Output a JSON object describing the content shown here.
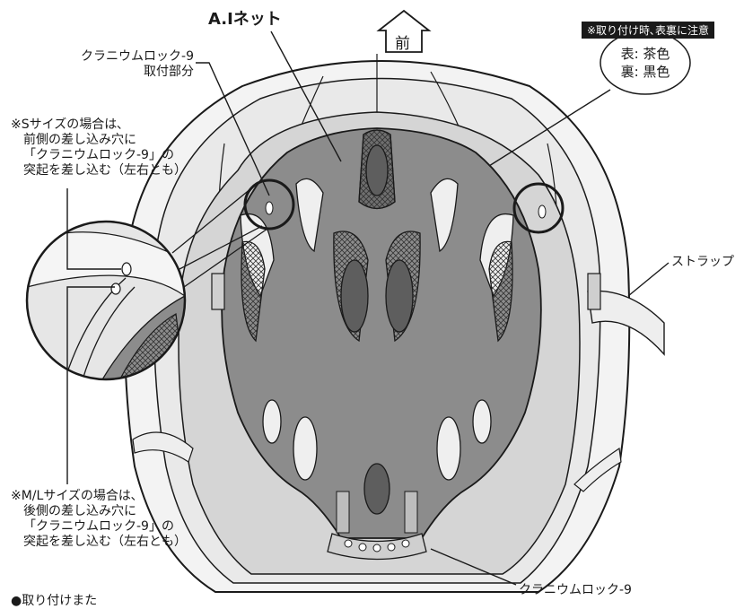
{
  "title": "A.Iネット",
  "front_arrow_label": "前",
  "notice_badge": "※取り付け時､表裏に注意",
  "face_note": {
    "front": "表: 茶色",
    "back": "裏: 黒色"
  },
  "labels": {
    "cranium_mount": [
      "クラニウムロック-9",
      "取付部分"
    ],
    "s_size_note": [
      "※Sサイズの場合は､",
      "前側の差し込み穴に",
      "「クラニウムロック-9」の",
      "突起を差し込む（左右とも）"
    ],
    "ml_size_note": [
      "※M/Lサイズの場合は､",
      "後側の差し込み穴に",
      "「クラニウムロック-9」の",
      "突起を差し込む（左右とも）"
    ],
    "strap": "ストラップ",
    "cranium_bottom": "クラニウムロック-9",
    "cutoff_text": "●取り付けまた"
  },
  "colors": {
    "net": "#8c8c8c",
    "shell": "#efefef",
    "inner": "#d9d9d9",
    "pad": "#5e5e5e"
  }
}
